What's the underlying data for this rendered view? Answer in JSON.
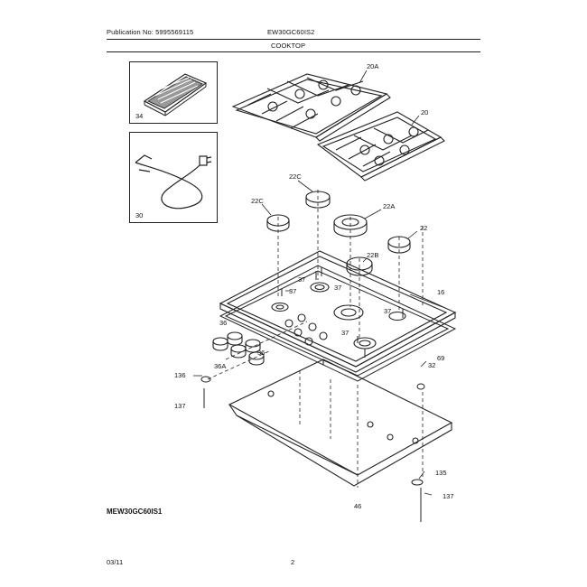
{
  "header": {
    "publication": "Publication No: 5995569115",
    "model": "EW30GC60IS2",
    "section": "COOKTOP"
  },
  "parts": {
    "p34": "34",
    "p30": "30",
    "p20A": "20A",
    "p20": "20",
    "p22C_top": "22C",
    "p22C_left": "22C",
    "p22A": "22A",
    "p22": "22",
    "p22B": "22B",
    "p37_a": "37",
    "p37_b": "37",
    "p37_c": "37",
    "p37_d": "37",
    "p37_e": "37",
    "p16": "16",
    "p36_a": "36",
    "p36_b": "36",
    "p36A": "36A",
    "p69": "69",
    "p32": "32",
    "p136": "136",
    "p137_left": "137",
    "p135": "135",
    "p137_right": "137",
    "p46": "46"
  },
  "model_code": "MEW30GC60IS1",
  "footer": {
    "date": "03/11",
    "page": "2"
  }
}
